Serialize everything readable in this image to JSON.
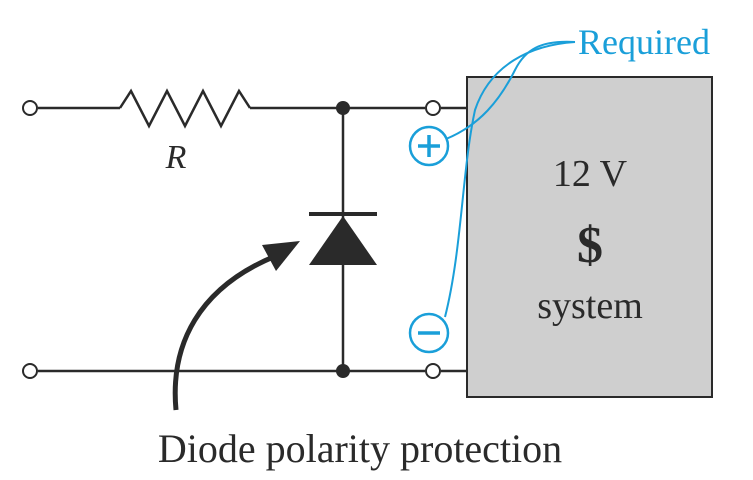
{
  "diagram": {
    "resistor_label": "R",
    "system_box": {
      "line1": "12 V",
      "line2": "$",
      "line3": "system"
    },
    "polarity": {
      "plus": "+",
      "minus": "−"
    },
    "callout_required": "Required",
    "caption": "Diode polarity protection"
  },
  "colors": {
    "wire": "#2a2a2a",
    "box_fill": "#cfcfcf",
    "accent": "#1a9fd9"
  },
  "icons": {
    "diode": "diode-symbol",
    "resistor": "resistor-zigzag",
    "arrow": "curved-arrow"
  }
}
